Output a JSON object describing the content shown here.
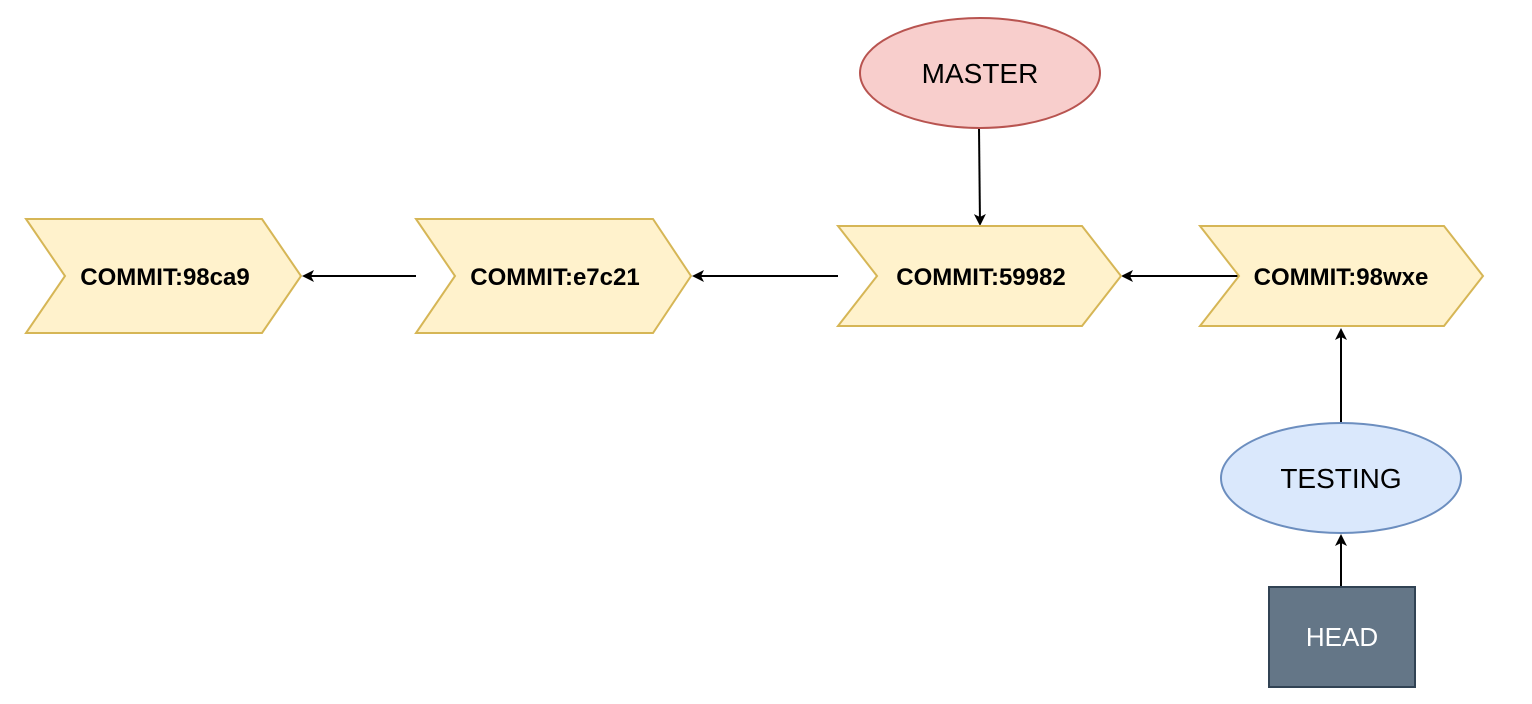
{
  "commits": [
    {
      "id": "c1",
      "label": "COMMIT:98ca9"
    },
    {
      "id": "c2",
      "label": "COMMIT:e7c21"
    },
    {
      "id": "c3",
      "label": "COMMIT:59982"
    },
    {
      "id": "c4",
      "label": "COMMIT:98wxe"
    }
  ],
  "branches": {
    "master": {
      "label": "MASTER",
      "fill": "#f8cecc",
      "stroke": "#b85450"
    },
    "testing": {
      "label": "TESTING",
      "fill": "#dae8fc",
      "stroke": "#6c8ebf"
    }
  },
  "head": {
    "label": "HEAD",
    "fill": "#647687",
    "stroke": "#314354"
  },
  "commit_colors": {
    "fill": "#fff2cc",
    "stroke": "#d6b656"
  }
}
